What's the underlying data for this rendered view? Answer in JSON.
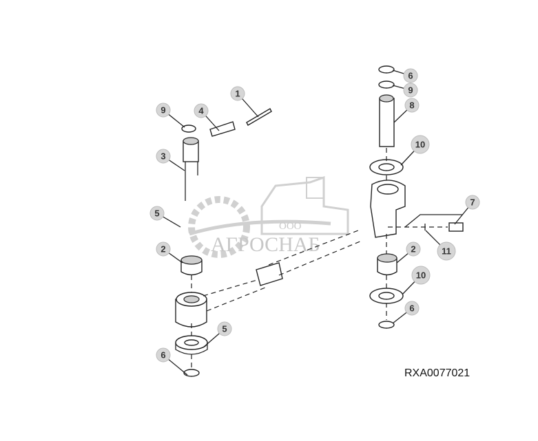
{
  "diagram_code": "RXA0077021",
  "watermark": {
    "prefix": "ООО",
    "name": "АГРОСНАБ"
  },
  "callouts": [
    "1",
    "4",
    "9",
    "3",
    "5",
    "2",
    "5",
    "6",
    "6",
    "9",
    "8",
    "10",
    "7",
    "11",
    "2",
    "10",
    "6"
  ]
}
